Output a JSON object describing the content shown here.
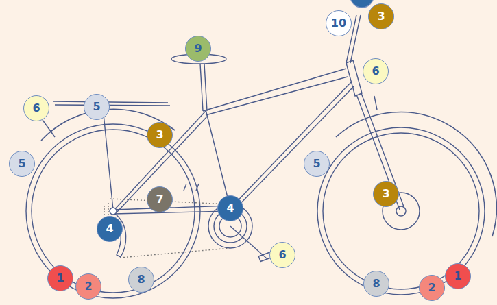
{
  "diagram": {
    "nodes": [
      {
        "text": [
          "3"
        ]
      },
      {
        "text": [
          "10"
        ]
      },
      {
        "text": [
          "9"
        ]
      },
      {
        "text": [
          "6"
        ]
      },
      {
        "text": [
          "5"
        ]
      },
      {
        "text": [
          "6"
        ]
      },
      {
        "text": [
          "3"
        ]
      },
      {
        "text": [
          "5"
        ]
      },
      {
        "text": [
          "5"
        ]
      },
      {
        "text": [
          "3"
        ]
      },
      {
        "text": [
          "7"
        ]
      },
      {
        "text": [
          "4"
        ]
      },
      {
        "text": [
          "4"
        ]
      },
      {
        "text": [
          "6"
        ]
      },
      {
        "text": [
          "1"
        ]
      },
      {
        "text": [
          "1"
        ]
      },
      {
        "text": [
          "8"
        ]
      },
      {
        "text": [
          "8"
        ]
      },
      {
        "text": [
          "2"
        ]
      },
      {
        "text": [
          "2"
        ]
      }
    ]
  }
}
